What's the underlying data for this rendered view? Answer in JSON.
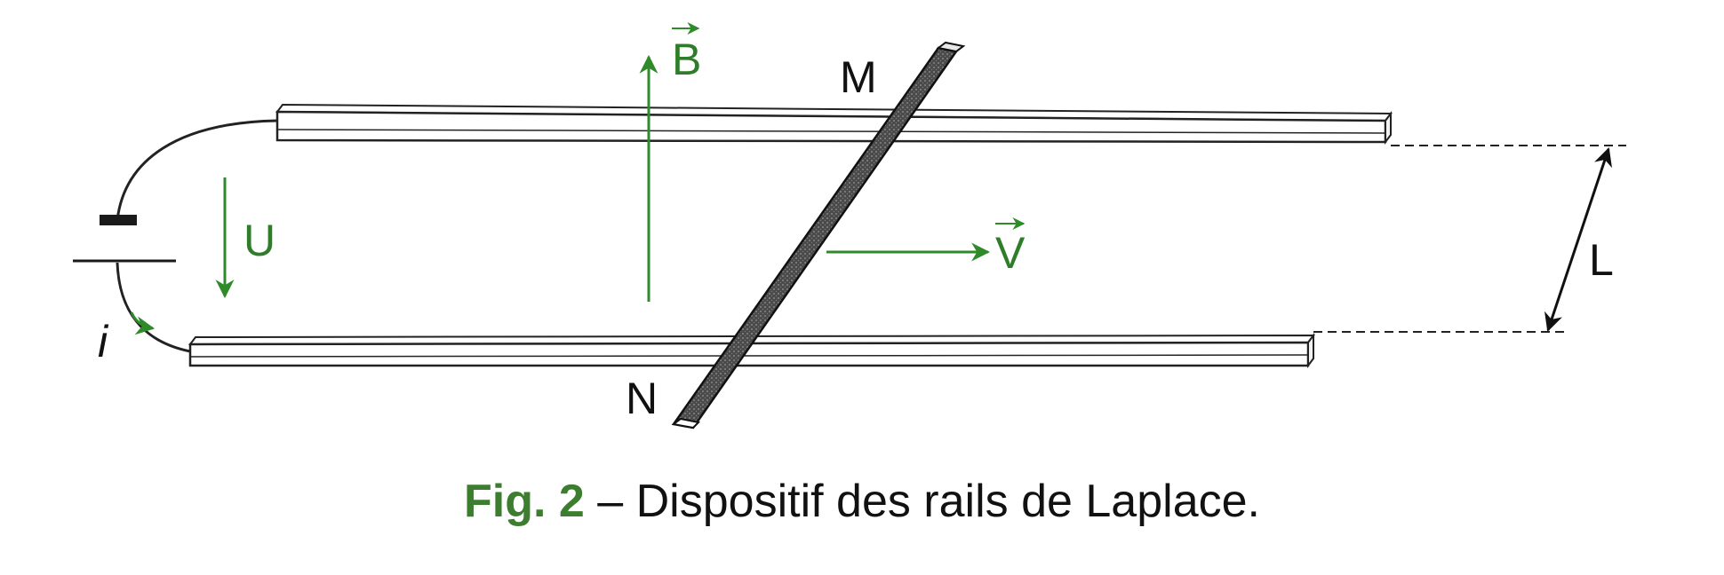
{
  "labels": {
    "B": "B",
    "M": "M",
    "N": "N",
    "U": "U",
    "V": "V",
    "L": "L",
    "i": "i"
  },
  "caption": {
    "fig": "Fig. 2",
    "text": " – Dispositif des rails de Laplace."
  },
  "colors": {
    "arrow_green": "#2f8a2a",
    "label_dark": "#111111",
    "rod_dark": "#3a3a3a"
  }
}
